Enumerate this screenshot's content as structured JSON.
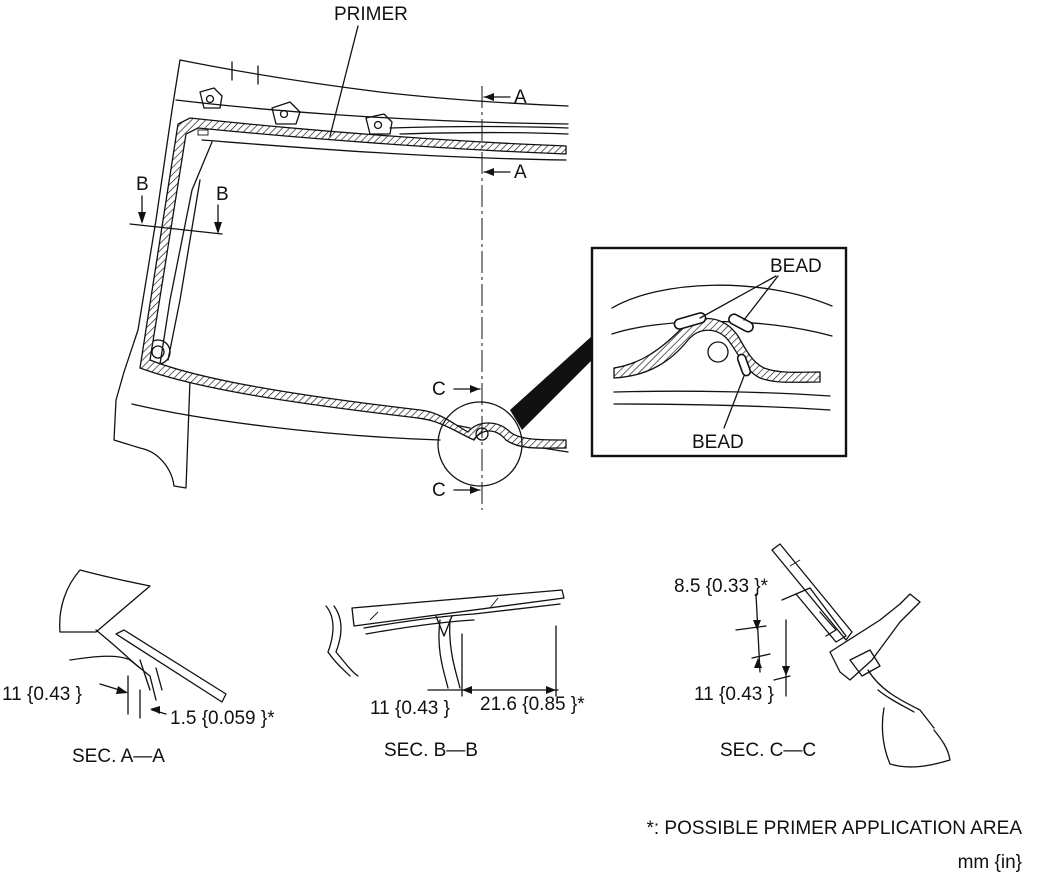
{
  "labels": {
    "primer": "PRIMER",
    "bead_top": "BEAD",
    "bead_bottom": "BEAD",
    "section_a": "A",
    "section_b": "B",
    "section_c": "C",
    "sec_aa_title": "SEC. A—A",
    "sec_bb_title": "SEC. B—B",
    "sec_cc_title": "SEC. C—C",
    "dim_aa_1": "11 {0.43 }",
    "dim_aa_2": "1.5 {0.059 }*",
    "dim_bb_1": "11 {0.43 }",
    "dim_bb_2": "21.6 {0.85 }*",
    "dim_cc_1": "8.5 {0.33 }*",
    "dim_cc_2": "11 {0.43 }",
    "footnote": "*: POSSIBLE PRIMER APPLICATION AREA",
    "units": "mm {in}"
  }
}
